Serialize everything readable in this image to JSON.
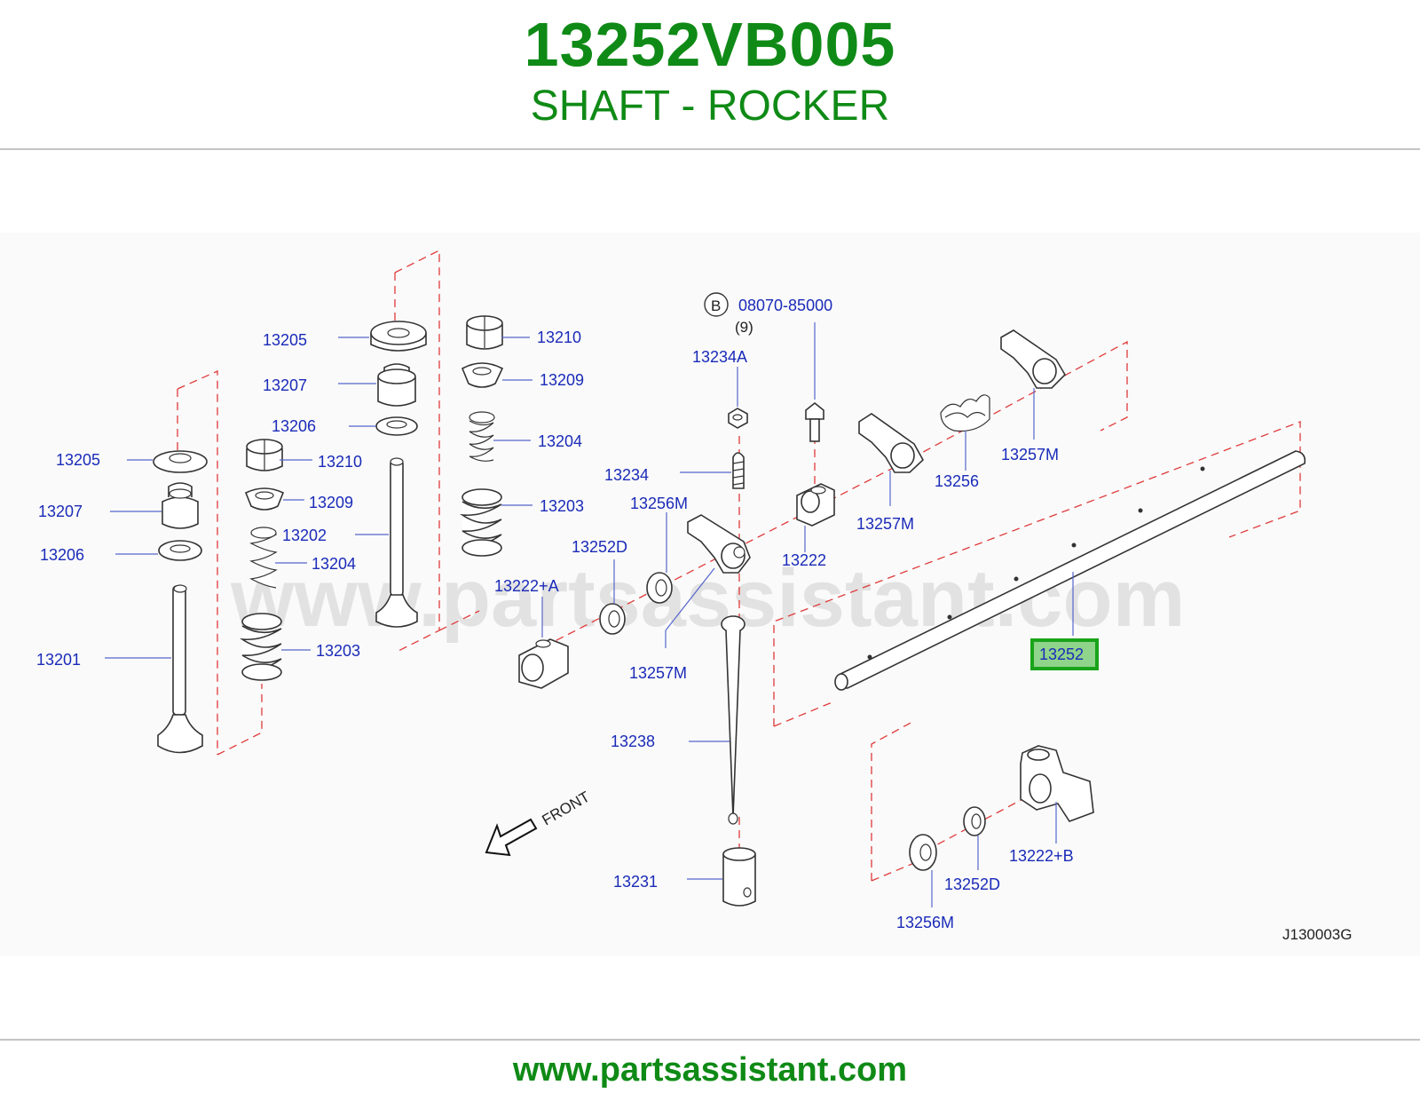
{
  "header": {
    "part_number": "13252VB005",
    "part_name": "SHAFT - ROCKER"
  },
  "diagram": {
    "watermark": "www.partsassistant.com",
    "diagram_code": "J130003G",
    "front_label": "FRONT",
    "bolt_marker": "B",
    "bolt_quantity": "(9)",
    "highlighted_label": "13252",
    "highlight_color": "#1aa31a",
    "labels": {
      "l13205a": "13205",
      "l13207a": "13207",
      "l13206a": "13206",
      "l13201": "13201",
      "l13205b": "13205",
      "l13207b": "13207",
      "l13206b": "13206",
      "l13210a": "13210",
      "l13209a": "13209",
      "l13202": "13202",
      "l13204a": "13204",
      "l13203a": "13203",
      "l13210b": "13210",
      "l13209b": "13209",
      "l13204b": "13204",
      "l13203b": "13203",
      "l08070": "08070-85000",
      "l13234A": "13234A",
      "l13234": "13234",
      "l13256Ma": "13256M",
      "l13252Da": "13252D",
      "l13222A": "13222+A",
      "l13257Ma": "13257M",
      "l13222": "13222",
      "l13257Mb": "13257M",
      "l13256": "13256",
      "l13257Mc": "13257M",
      "l13238": "13238",
      "l13231": "13231",
      "l13222B": "13222+B",
      "l13252Db": "13252D",
      "l13256Mb": "13256M"
    }
  },
  "footer": {
    "url": "www.partsassistant.com"
  }
}
